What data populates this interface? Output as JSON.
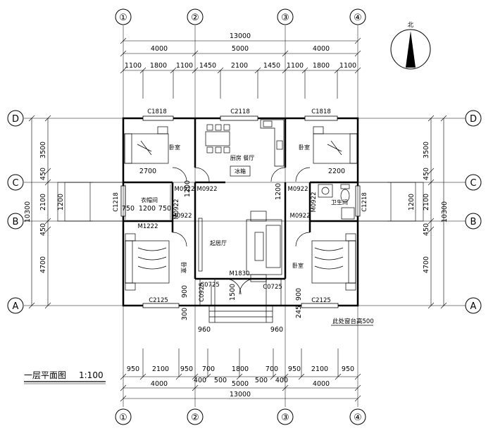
{
  "title": "一层平面图",
  "scale": "1:100",
  "north": "北",
  "axes": {
    "columns": [
      "①",
      "②",
      "③",
      "④"
    ],
    "rows": [
      "A",
      "B",
      "C",
      "D"
    ]
  },
  "top_dims": {
    "total": "13000",
    "main": [
      "4000",
      "5000",
      "4000"
    ],
    "windows": [
      "1100",
      "1800",
      "1100",
      "1450",
      "2100",
      "1450",
      "1100",
      "1800",
      "1100"
    ]
  },
  "bottom_dims": {
    "windows": [
      "950",
      "2100",
      "950",
      "700",
      "1800",
      "700",
      "950",
      "2100",
      "950"
    ],
    "small": [
      "400",
      "500",
      "500",
      "400"
    ],
    "main": [
      "4000",
      "5000",
      "4000"
    ],
    "total": "13000"
  },
  "left_dims": {
    "main": [
      "3500",
      "450",
      "2100",
      "450",
      "4700"
    ],
    "inner": "1200",
    "total": "10300"
  },
  "right_dims": {
    "main": [
      "3500",
      "450",
      "2100",
      "450",
      "4700"
    ],
    "inner": "1200",
    "total": "10300"
  },
  "misc_dims": {
    "d2700": "2700",
    "d2200": "2200",
    "d750a": "750",
    "d1200": "1200",
    "d750b": "750",
    "d900l": "900",
    "d300": "300",
    "d960l": "960",
    "d960r": "960",
    "d1500": "1500",
    "d900r": "900",
    "d245": "245",
    "d1200c": "1200",
    "d1200v": "1200"
  },
  "windows": {
    "c1818_left": "C1818",
    "c2118": "C2118",
    "c1818_right": "C1818",
    "c1218_left": "C1218",
    "c1218_right": "C1218",
    "c2125_left": "C2125",
    "c2125_right": "C2125",
    "c0725_left": "C0725",
    "c0725_right": "C0725"
  },
  "doors": {
    "m0922_a": "M0922",
    "m0922_b": "M0922",
    "m0922_c": "M0922",
    "m0922_d": "M0922",
    "m0922_e": "M0922",
    "m0922_f": "M0922",
    "m0922_g": "M0922",
    "m1222": "M1222",
    "m1830": "M1830",
    "c0925": "C0925"
  },
  "rooms": {
    "bedroom_nw": "卧室",
    "kitchen": "厨房 餐厅",
    "fridge": "冰箱",
    "bedroom_ne": "卧室",
    "wardrobe": "衣帽间",
    "bathroom": "卫生间",
    "living": "起居厅",
    "bedroom_sw": "卧室",
    "bedroom_se": "卧室"
  },
  "notes": {
    "sill": "此处窗台高500"
  }
}
